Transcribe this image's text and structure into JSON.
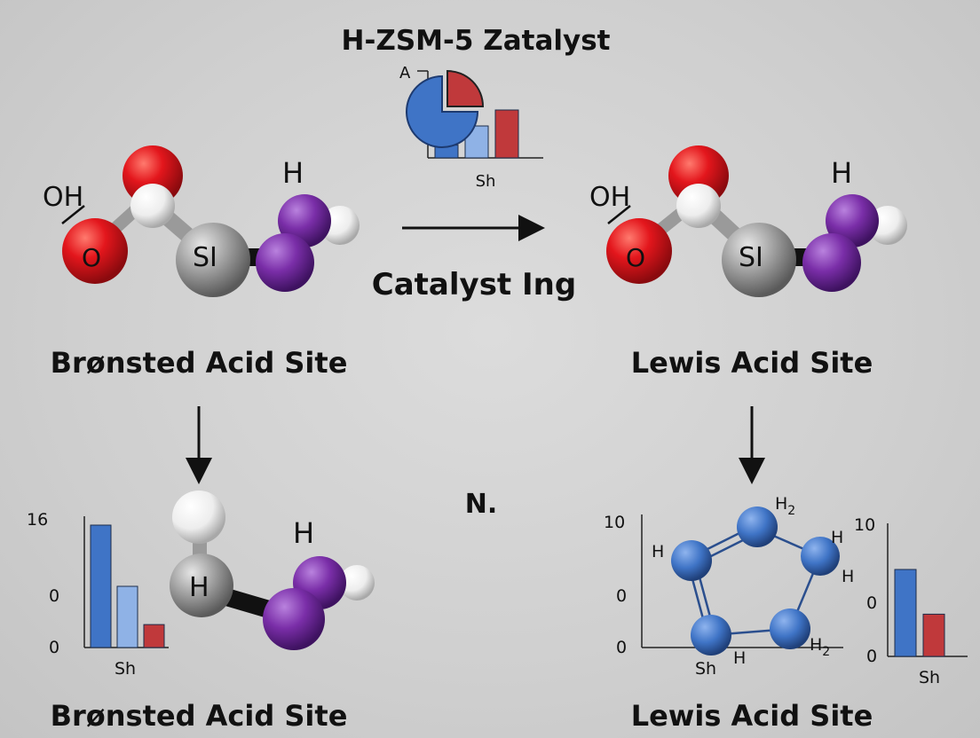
{
  "title": "H-ZSM-5 Zatalyst",
  "center_arrow_label": "Catalyst Ing",
  "center_mark": "N.",
  "colors": {
    "background": "#d2d2d2",
    "oxygen": "#e0141b",
    "silicon": "#9a9a9a",
    "hydrogen": "#f4f4f4",
    "purple_atom": "#7a2ea8",
    "ring_atom": "#3f74c6",
    "bar_blue": "#3f74c6",
    "bar_light_blue": "#8fb2e6",
    "bar_red": "#c0393b"
  },
  "top_chart": {
    "corner_label": "A",
    "x_label": "Sh"
  },
  "left_top": {
    "oh_label": "OH",
    "o_label": "O",
    "si_label": "SI",
    "h_label": "H",
    "caption": "Brønsted Acid Site"
  },
  "right_top": {
    "oh_label": "OH",
    "o_label": "O",
    "si_label": "SI",
    "h_label": "H",
    "caption": "Lewis Acid Site"
  },
  "left_bottom": {
    "h_center_label": "H",
    "h_label": "H",
    "caption": "Brønsted Acid Site"
  },
  "right_bottom": {
    "ring_labels": [
      "H",
      "H2",
      "H",
      "H",
      "H",
      "H2"
    ],
    "caption": "Lewis Acid Site"
  },
  "chart_data": [
    {
      "type": "bar",
      "categories": [
        "",
        "",
        ""
      ],
      "values": [
        4,
        10,
        15
      ],
      "xlabel": "Sh",
      "ylim": [
        0,
        20
      ]
    },
    {
      "type": "pie",
      "values": [
        75,
        25
      ],
      "xlabel": ""
    },
    {
      "type": "bar",
      "categories": [
        "",
        "",
        ""
      ],
      "values": [
        16,
        8,
        3
      ],
      "yticks": [
        "16",
        "0",
        "0"
      ],
      "xlabel": "Sh",
      "ylim": [
        0,
        16
      ]
    },
    {
      "type": "bar",
      "categories": [
        "",
        ""
      ],
      "values": [
        7,
        3.4
      ],
      "yticks": [
        "10",
        "0",
        "0"
      ],
      "xlabel": "Sh",
      "ylim": [
        0,
        10
      ]
    },
    {
      "type": "line",
      "yticks": [
        "10",
        "0",
        "0"
      ],
      "xlabel": "Sh"
    }
  ]
}
